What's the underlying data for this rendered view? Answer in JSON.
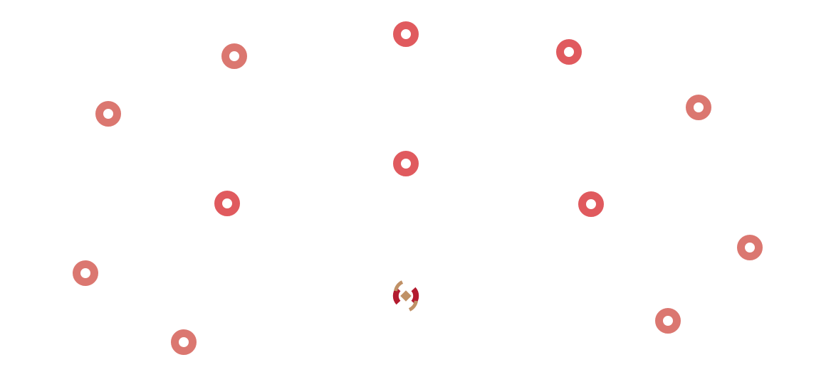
{
  "colors": {
    "ring_light": "#db7770",
    "ring_dark": "#e05a5e",
    "logo_red": "#b31b2f",
    "logo_gold": "#c09166"
  },
  "markers": [
    {
      "id": 1,
      "shade": "dark",
      "icon": "ring-marker-icon"
    },
    {
      "id": 2,
      "shade": "light",
      "icon": "ring-marker-icon"
    },
    {
      "id": 3,
      "shade": "dark",
      "icon": "ring-marker-icon"
    },
    {
      "id": 4,
      "shade": "light",
      "icon": "ring-marker-icon"
    },
    {
      "id": 5,
      "shade": "light",
      "icon": "ring-marker-icon"
    },
    {
      "id": 6,
      "shade": "dark",
      "icon": "ring-marker-icon"
    },
    {
      "id": 7,
      "shade": "dark",
      "icon": "ring-marker-icon"
    },
    {
      "id": 8,
      "shade": "dark",
      "icon": "ring-marker-icon"
    },
    {
      "id": 9,
      "shade": "light",
      "icon": "ring-marker-icon"
    },
    {
      "id": 10,
      "shade": "light",
      "icon": "ring-marker-icon"
    },
    {
      "id": 11,
      "shade": "light",
      "icon": "ring-marker-icon"
    },
    {
      "id": 12,
      "shade": "light",
      "icon": "ring-marker-icon"
    }
  ],
  "center_logo": {
    "icon": "bank-logo-icon"
  }
}
